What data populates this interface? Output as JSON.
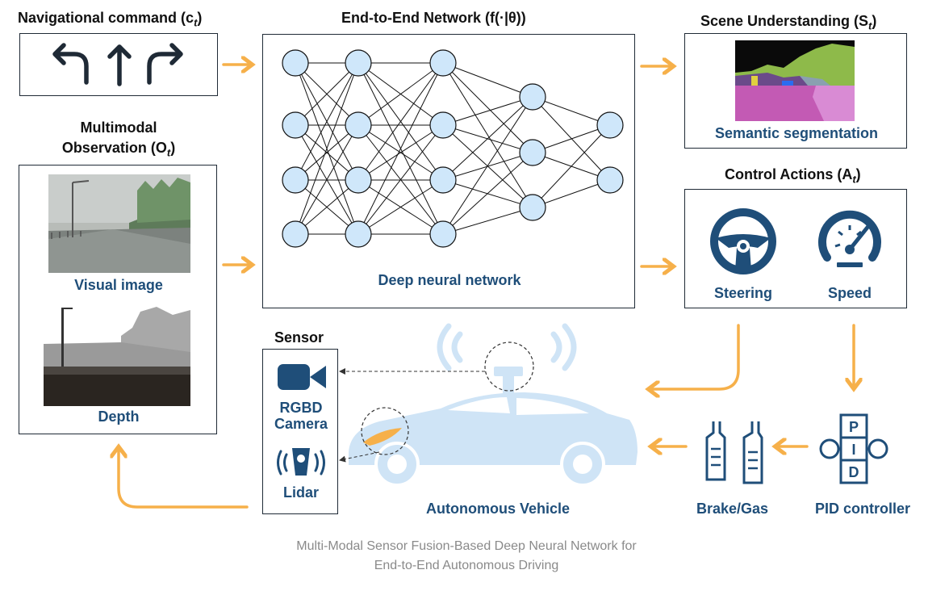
{
  "headers": {
    "nav_command": "Navigational command (c",
    "nav_sub": "t",
    "network": "End-to-End Network (f(·|θ))",
    "scene": "Scene Understanding (S",
    "scene_sub": "t",
    "obs_line1": "Multimodal",
    "obs_line2": "Observation (O",
    "obs_sub": "t",
    "control": "Control Actions (A",
    "control_sub": "t",
    "sensor": "Sensor"
  },
  "labels": {
    "dnn": "Deep neural network",
    "semseg": "Semantic segmentation",
    "visual": "Visual image",
    "depth": "Depth",
    "steering": "Steering",
    "speed": "Speed",
    "rgbd1": "RGBD",
    "rgbd2": "Camera",
    "lidar": "Lidar",
    "vehicle": "Autonomous Vehicle",
    "brake": "Brake/Gas",
    "pid": "PID controller",
    "pid_p": "P",
    "pid_i": "I",
    "pid_d": "D"
  },
  "caption": {
    "line1": "Multi-Modal Sensor Fusion-Based Deep Neural Network for",
    "line2": "End-to-End Autonomous Driving"
  },
  "colors": {
    "arrow": "#f6b04a",
    "node_fill": "#cfe7fa",
    "dark_blue": "#1f4e79",
    "car": "#cfe4f6"
  },
  "icons": [
    "turn-left-arrow-icon",
    "straight-arrow-icon",
    "turn-right-arrow-icon",
    "steering-wheel-icon",
    "speedometer-icon",
    "camera-icon",
    "lidar-icon",
    "brake-gas-pedal-icon",
    "pid-icon"
  ]
}
